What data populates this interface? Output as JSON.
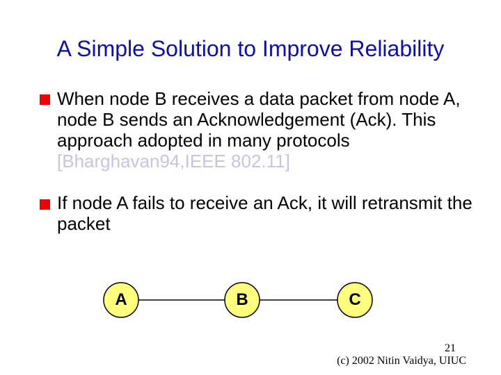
{
  "slide": {
    "title": "A Simple Solution to Improve Reliability",
    "bullets": [
      {
        "lines": [
          "When node B receives a data packet from node A,",
          "node B sends an Acknowledgement (Ack). This",
          "approach adopted in many protocols"
        ],
        "citation": "[Bharghavan94,IEEE 802.11]"
      },
      {
        "lines": [
          "If node A fails to receive an Ack, it will retransmit the",
          "packet"
        ]
      }
    ],
    "diagram": {
      "nodes": [
        {
          "label": "A"
        },
        {
          "label": "B"
        },
        {
          "label": "C"
        }
      ],
      "node_fill": "#ffff7d",
      "node_stroke": "#000000"
    },
    "footer": {
      "page_number": "21",
      "copyright": "(c) 2002 Nitin Vaidya, UIUC"
    },
    "colors": {
      "background": "#ffffff",
      "title_blue": "#0f0fa8",
      "bullet_red": "#f40000",
      "body_text": "#000000",
      "citation_gray": "#c5c5e3",
      "node_yellow": "#ffff7d"
    }
  }
}
